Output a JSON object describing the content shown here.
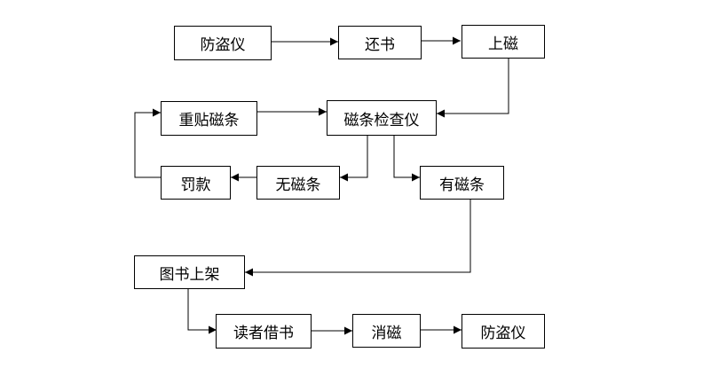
{
  "nodes": {
    "n1": "防盗仪",
    "n2": "还书",
    "n3": "上磁",
    "n4": "重贴磁条",
    "n5": "磁条检查仪",
    "n6": "罚款",
    "n7": "无磁条",
    "n8": "有磁条",
    "n9": "图书上架",
    "n10": "读者借书",
    "n11": "消磁",
    "n12": "防盗仪"
  }
}
